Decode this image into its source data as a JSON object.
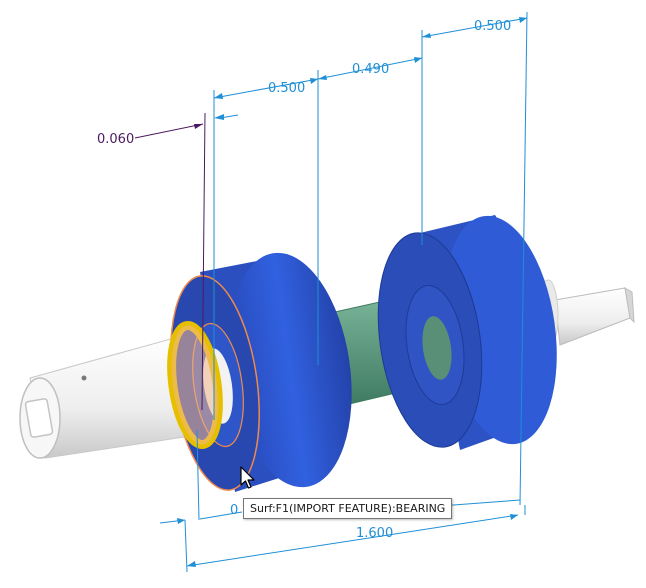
{
  "dimensions": {
    "d1": "0.500",
    "d2": "0.490",
    "d3": "0.500",
    "d4": "0.060",
    "d5": "1.600",
    "d6": "0"
  },
  "tooltip": {
    "text": "Surf:F1(IMPORT FEATURE):BEARING"
  },
  "colors": {
    "background": "#ffffff",
    "dimension_line": "#1f8fd6",
    "dimension_text": "#1f8fd6",
    "secondary_dimension": "#4b1a5e",
    "bearing_blue": "#2c52c8",
    "spacer_green": "#5f9f86",
    "shaft_white": "#f2f2f2",
    "highlight_orange": "#f08a4b",
    "selection_yellow": "#e6c000"
  },
  "icons": {
    "cursor": "arrow-pointer-icon"
  }
}
